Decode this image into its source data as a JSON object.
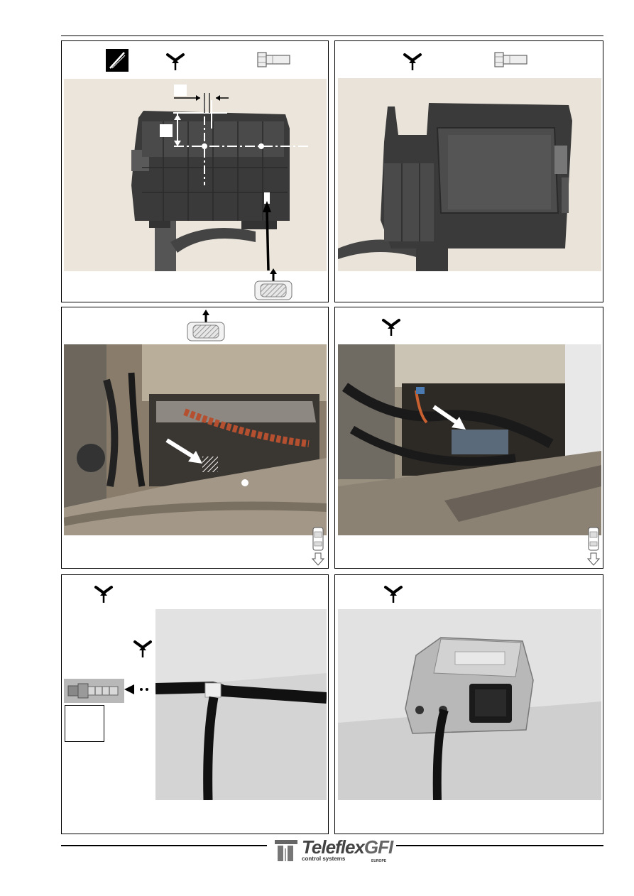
{
  "logo": {
    "brand_main": "Teleflex",
    "brand_accent": "GFI",
    "tagline": "control systems",
    "region": "EUROPE"
  },
  "icons": {
    "tool": "screwdriver-icon",
    "fork": "y-fork-icon",
    "bolt": "bolt-icon",
    "remove": "component-remove-icon",
    "vehicle": "vehicle-direction-icon"
  },
  "colors": {
    "frame": "#000000",
    "background": "#ffffff",
    "annotation_white": "#ffffff"
  }
}
